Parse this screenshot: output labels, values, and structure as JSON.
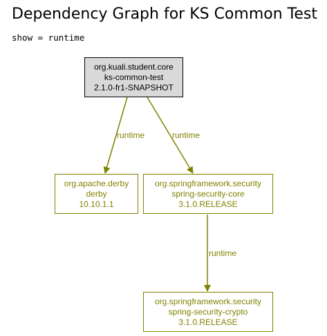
{
  "title": "Dependency Graph for KS Common Test",
  "subtitle": "show = runtime",
  "colors": {
    "root_fill": "#d9d9d9",
    "root_border": "#000000",
    "dependency": "#808000"
  },
  "nodes": {
    "root": {
      "group": "org.kuali.student.core",
      "artifact": "ks-common-test",
      "version": "2.1.0-fr1-SNAPSHOT"
    },
    "derby": {
      "group": "org.apache.derby",
      "artifact": "derby",
      "version": "10.10.1.1"
    },
    "security_core": {
      "group": "org.springframework.security",
      "artifact": "spring-security-core",
      "version": "3.1.0.RELEASE"
    },
    "security_crypto": {
      "group": "org.springframework.security",
      "artifact": "spring-security-crypto",
      "version": "3.1.0.RELEASE"
    }
  },
  "edges": [
    {
      "from": "ks-common-test",
      "to": "derby",
      "label": "runtime"
    },
    {
      "from": "ks-common-test",
      "to": "spring-security-core",
      "label": "runtime"
    },
    {
      "from": "spring-security-core",
      "to": "spring-security-crypto",
      "label": "runtime"
    }
  ]
}
